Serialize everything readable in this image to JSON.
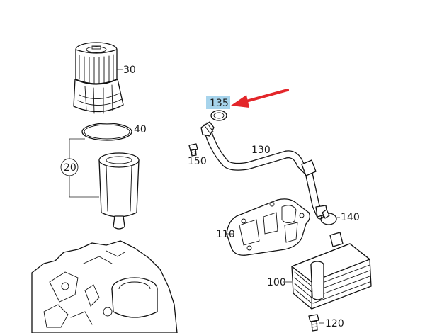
{
  "diagram": {
    "highlight_color": "#a7d4ec",
    "arrow_color": "#e3262a",
    "highlighted_part": "135",
    "callouts": {
      "c30": "30",
      "c40": "40",
      "c20": "20",
      "c135": "135",
      "c130": "130",
      "c150": "150",
      "c140": "140",
      "c110": "110",
      "c100": "100",
      "c120": "120"
    }
  }
}
